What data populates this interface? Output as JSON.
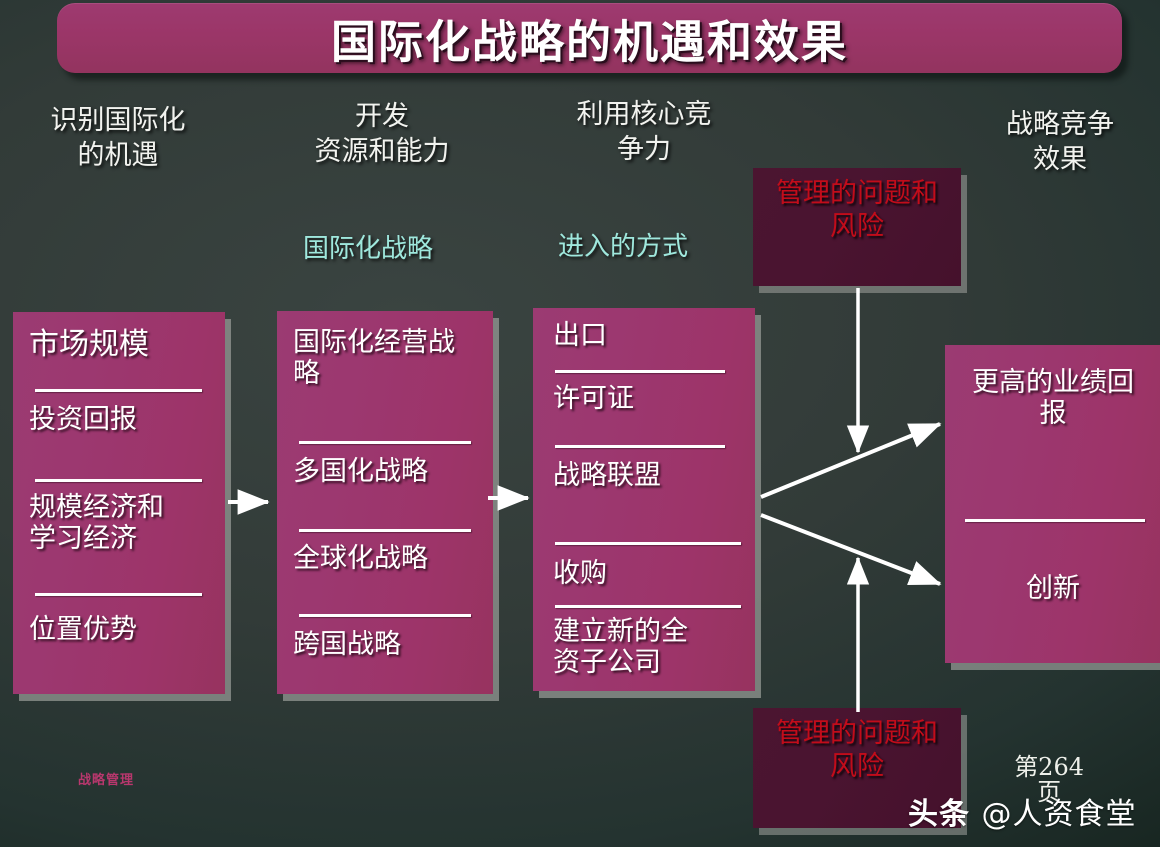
{
  "slide": {
    "title": "国际化战略的机遇和效果",
    "background_color": "#2f3a37",
    "accent_color": "#9b3668",
    "risk_box_color": "#4a1430",
    "risk_text_color": "#c20c1a",
    "sub_label_color": "#9fe8dd"
  },
  "headers": {
    "col1": "识别国际化\n的机遇",
    "col2": "开发\n资源和能力",
    "col3": "利用核心竞\n争力",
    "col4": "战略竞争\n效果"
  },
  "sub_labels": {
    "col2": "国际化战略",
    "col3": "进入的方式"
  },
  "boxes": {
    "opportunities": {
      "items": [
        "市场规模",
        "投资回报",
        "规模经济和\n学习经济",
        "位置优势"
      ]
    },
    "strategies": {
      "items": [
        "国际化经营战\n略",
        "多国化战略",
        "全球化战略",
        "跨国战略"
      ]
    },
    "entry_modes": {
      "items": [
        "出口",
        "许可证",
        "战略联盟",
        "收购",
        "建立新的全\n资子公司"
      ]
    },
    "outcomes": {
      "items": [
        "更高的业绩回\n报",
        "创新"
      ]
    },
    "risk_top": "管理的问题和\n风险",
    "risk_bottom": "管理的问题和\n风险"
  },
  "footer": {
    "left_label": "战略管理",
    "page_number": "第264\n页",
    "watermark_brand": "头条",
    "watermark_handle": "@人资食堂"
  }
}
